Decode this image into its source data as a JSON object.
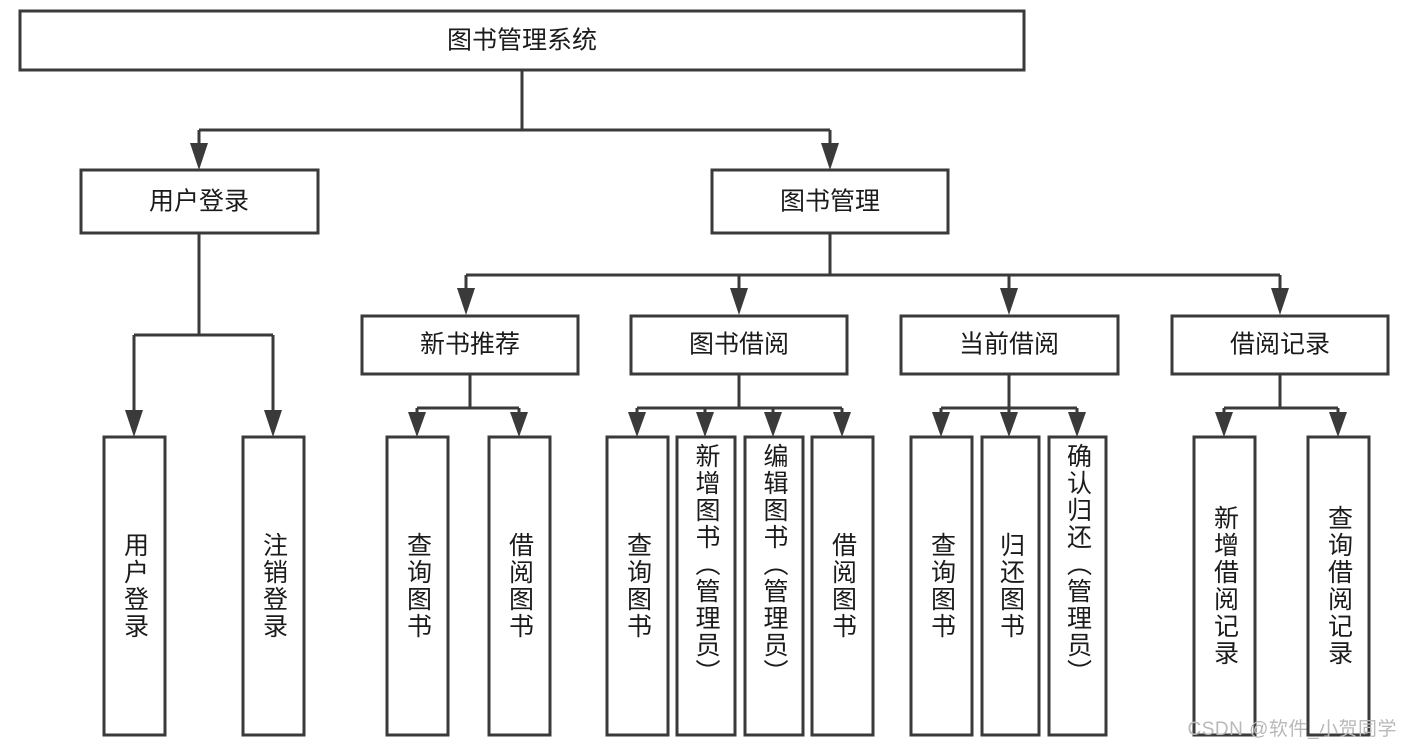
{
  "diagram": {
    "title": "图书管理系统",
    "type": "tree-hierarchy-chart",
    "root": {
      "id": "root",
      "label": "图书管理系统",
      "orientation": "horizontal"
    },
    "level2": [
      {
        "id": "user-login",
        "label": "用户登录",
        "orientation": "horizontal"
      },
      {
        "id": "book-manage",
        "label": "图书管理",
        "orientation": "horizontal"
      }
    ],
    "level3": [
      {
        "id": "new-book-rec",
        "label": "新书推荐",
        "orientation": "horizontal"
      },
      {
        "id": "book-borrow",
        "label": "图书借阅",
        "orientation": "horizontal"
      },
      {
        "id": "current-borrow",
        "label": "当前借阅",
        "orientation": "horizontal"
      },
      {
        "id": "borrow-record",
        "label": "借阅记录",
        "orientation": "horizontal"
      }
    ],
    "leaves": {
      "user-login": [
        {
          "id": "leaf-user-login",
          "label": "用户登录",
          "orientation": "vertical"
        },
        {
          "id": "leaf-logout",
          "label": "注销登录",
          "orientation": "vertical"
        }
      ],
      "new-book-rec": [
        {
          "id": "leaf-query-book-1",
          "label": "查询图书",
          "orientation": "vertical"
        },
        {
          "id": "leaf-borrow-book-1",
          "label": "借阅图书",
          "orientation": "vertical"
        }
      ],
      "book-borrow": [
        {
          "id": "leaf-query-book-2",
          "label": "查询图书",
          "orientation": "vertical"
        },
        {
          "id": "leaf-add-book",
          "label": "新增图书（管理员）",
          "orientation": "vertical"
        },
        {
          "id": "leaf-edit-book",
          "label": "编辑图书（管理员）",
          "orientation": "vertical"
        },
        {
          "id": "leaf-borrow-book-2",
          "label": "借阅图书",
          "orientation": "vertical"
        }
      ],
      "current-borrow": [
        {
          "id": "leaf-query-book-3",
          "label": "查询图书",
          "orientation": "vertical"
        },
        {
          "id": "leaf-return-book",
          "label": "归还图书",
          "orientation": "vertical"
        },
        {
          "id": "leaf-confirm-return",
          "label": "确认归还（管理员）",
          "orientation": "vertical"
        }
      ],
      "borrow-record": [
        {
          "id": "leaf-add-record",
          "label": "新增借阅记录",
          "orientation": "vertical"
        },
        {
          "id": "leaf-query-record",
          "label": "查询借阅记录",
          "orientation": "vertical"
        }
      ]
    }
  },
  "watermark": {
    "text": "CSDN @软件_小贺同学"
  },
  "colors": {
    "box_stroke": "#3a3a3a",
    "box_fill": "#ffffff",
    "text": "#1b1b1b",
    "watermark": "#b9b9b9",
    "background": "#ffffff"
  }
}
